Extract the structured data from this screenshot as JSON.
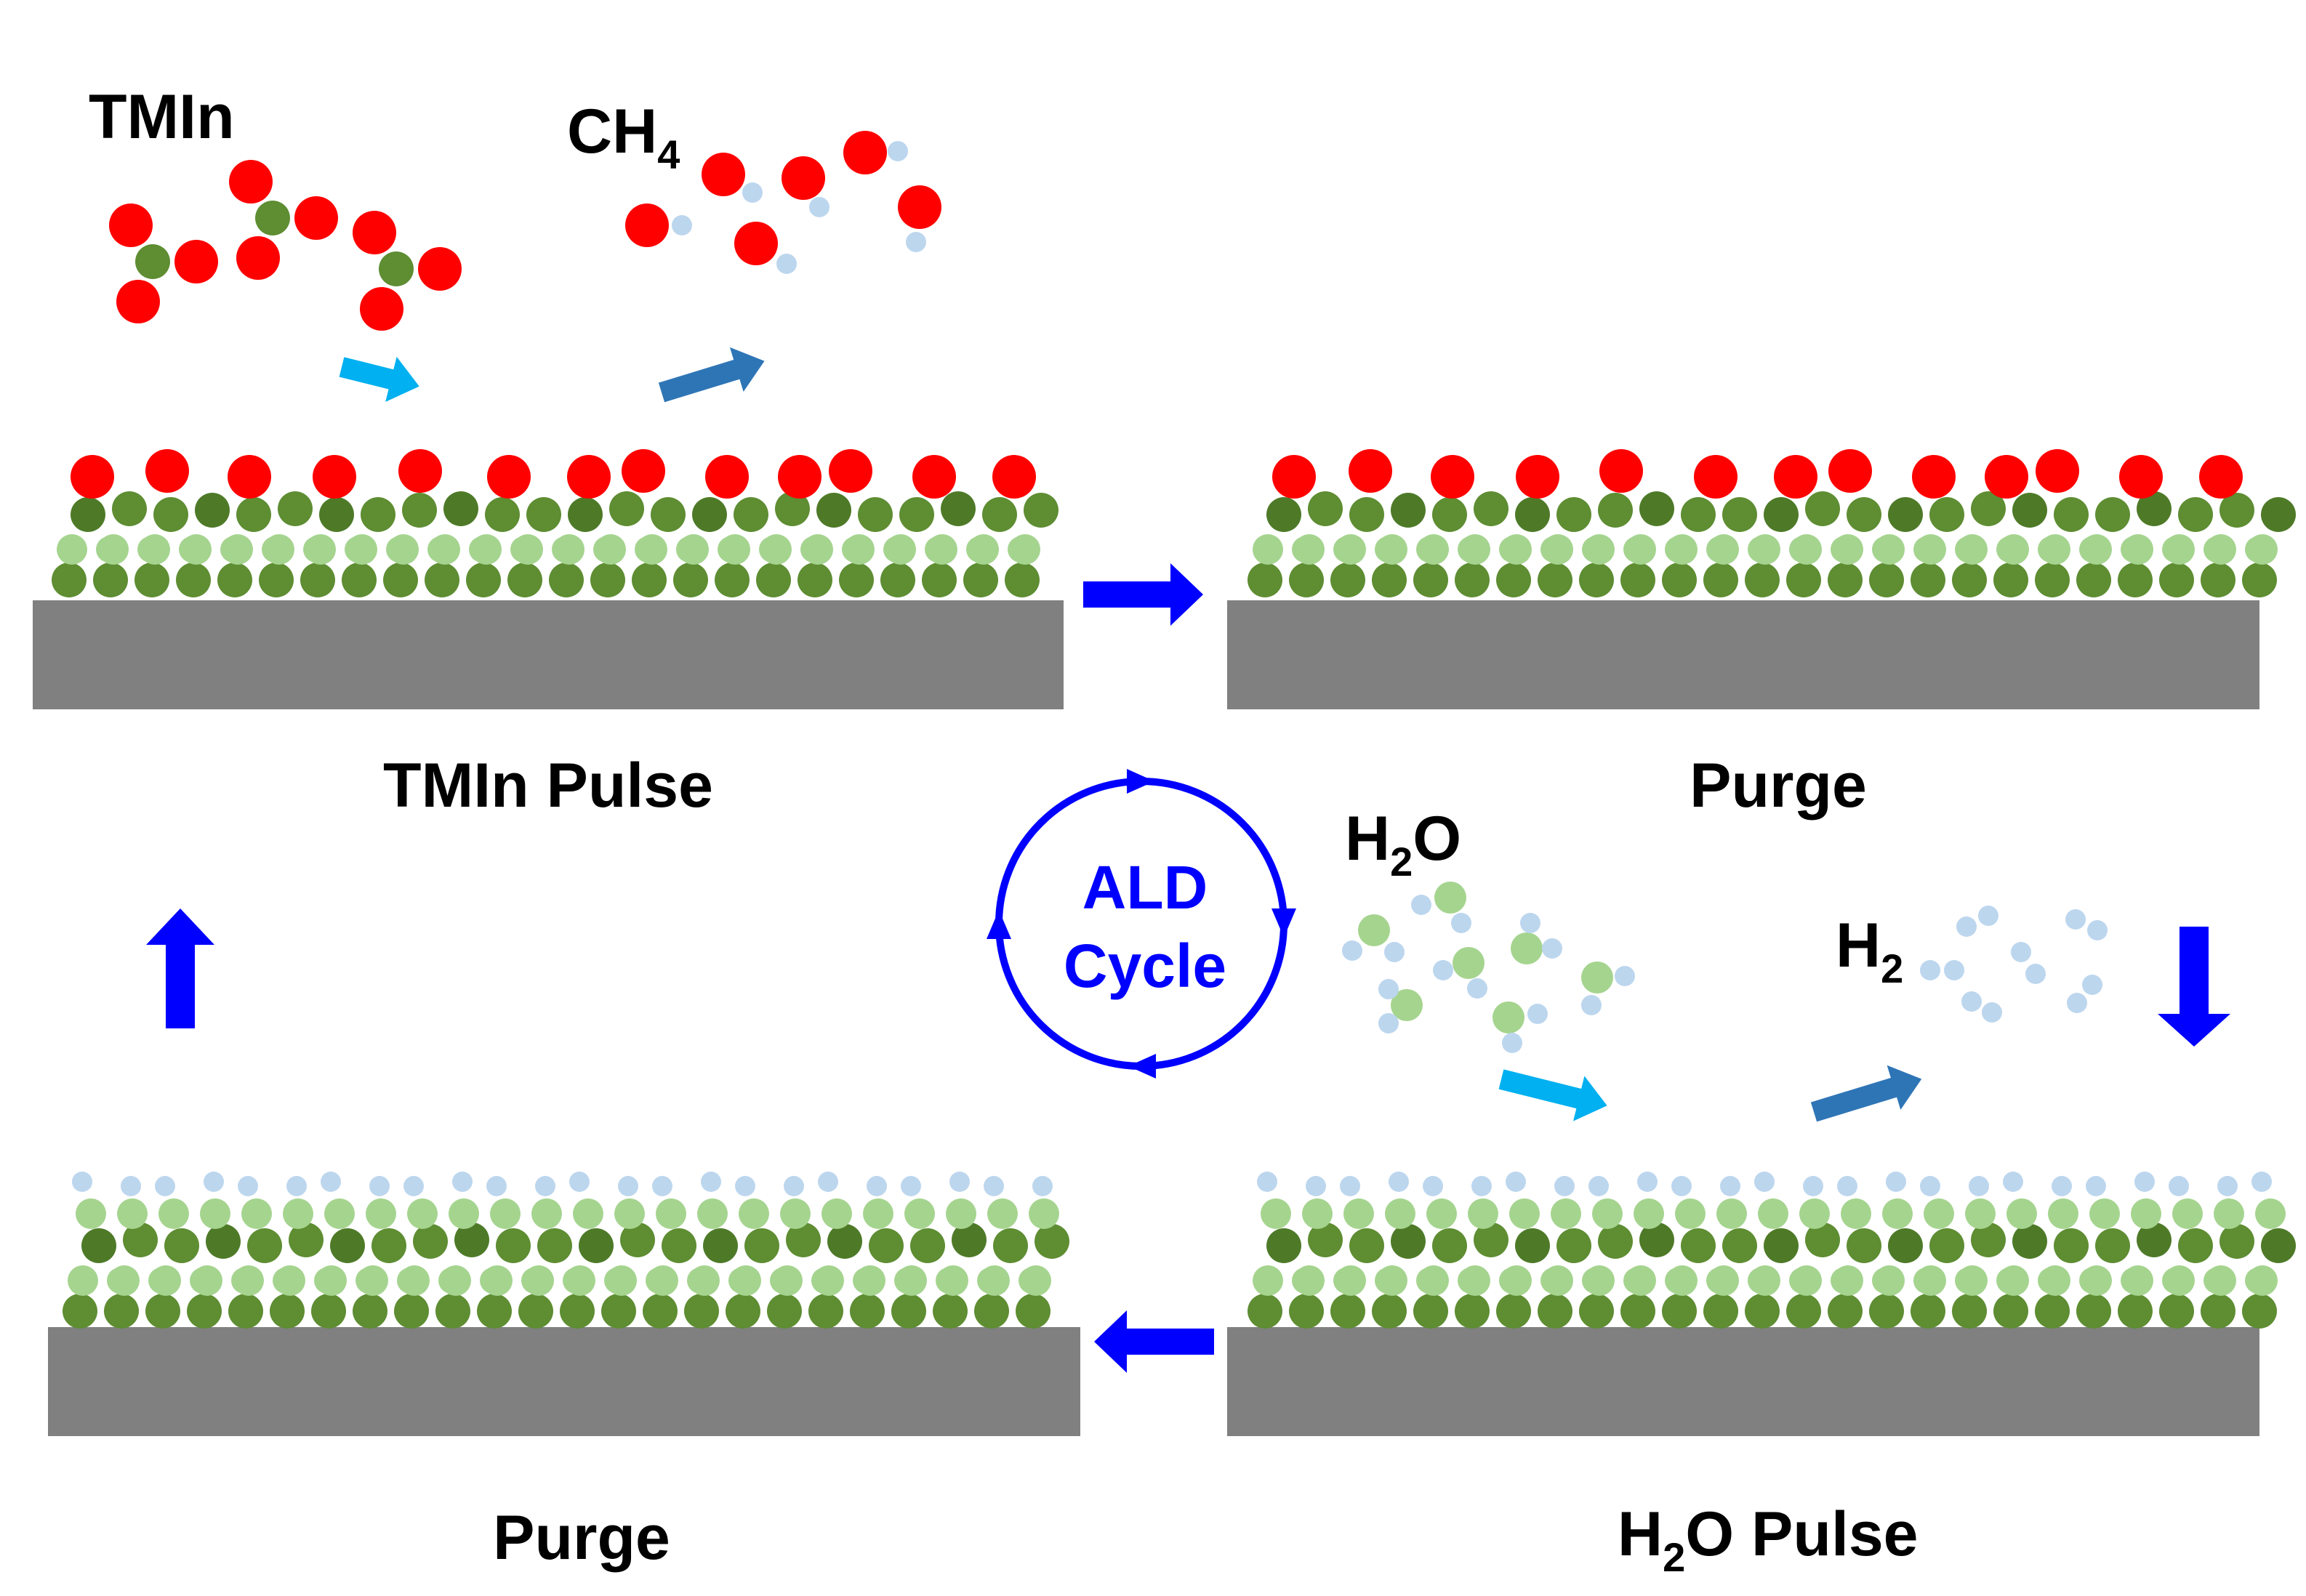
{
  "colors": {
    "indium": "#5e8d32",
    "indium_dark": "#4e7a28",
    "oxygen": "#a5d48f",
    "methyl": "#ff0000",
    "hydrogen": "#bcd6ee",
    "substrate": "#808080",
    "flow_arrow": "#0000ff",
    "cycle": "#0000ff",
    "reactant_arrow": "#00b0f0",
    "product_arrow": "#2e75b6"
  },
  "labels": {
    "tmin_precursor": "TMIn",
    "ch4_main": "CH",
    "ch4_sub": "4",
    "h2o_main_h": "H",
    "h2o_sub": "2",
    "h2o_main_o": "O",
    "h2_main": "H",
    "h2_sub": "2",
    "cycle_line1": "ALD",
    "cycle_line2": "Cycle",
    "step_tmin": "TMIn Pulse",
    "step_purge_top": "Purge",
    "step_purge_bottom": "Purge",
    "step_h2o_h": "H",
    "step_h2o_sub": "2",
    "step_h2o_rest": "O Pulse"
  },
  "icons": {
    "flow_right": "arrow-right-icon",
    "flow_down": "arrow-down-icon",
    "flow_left": "arrow-left-icon",
    "flow_up": "arrow-up-icon",
    "cycle": "circular-arrows-icon"
  }
}
